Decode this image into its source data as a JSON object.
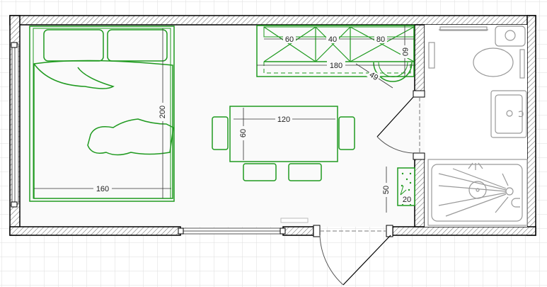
{
  "plan": {
    "colors": {
      "furniture": "#1f9a1f",
      "walls": "#000000",
      "fixtures": "#999999",
      "grid": "#dddddd"
    },
    "kitchen": {
      "cabinets": [
        "60",
        "40",
        "80"
      ],
      "depth": "60",
      "length": "180",
      "sink_radius": "49"
    },
    "table": {
      "width": "120",
      "depth": "60"
    },
    "bed": {
      "length": "200",
      "width": "160"
    },
    "cabinet": {
      "height": "50",
      "depth": "20"
    }
  }
}
